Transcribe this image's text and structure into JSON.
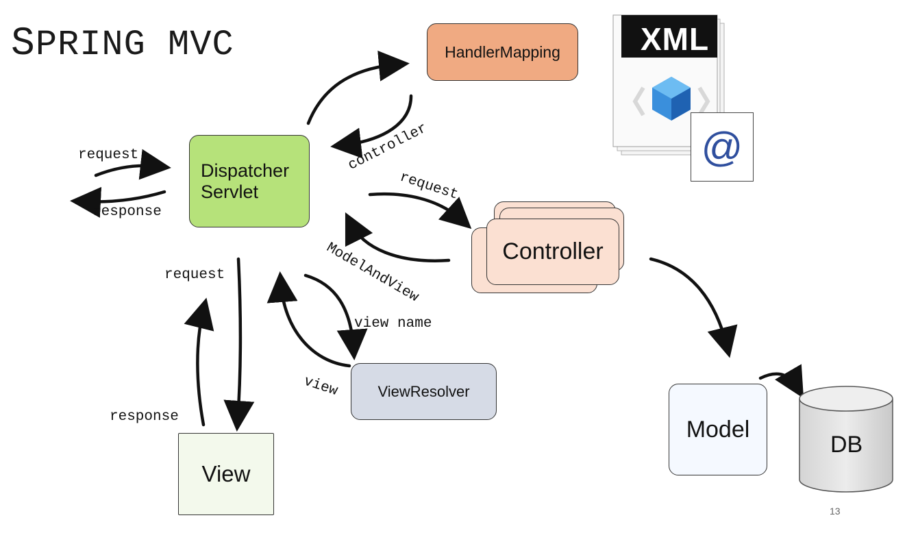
{
  "slide": {
    "title_parts": [
      "S",
      "PRING",
      " MVC"
    ],
    "page_number": "13"
  },
  "nodes": {
    "dispatcher": {
      "line1": "Dispatcher",
      "line2": "Servlet",
      "color": "#b6e27a"
    },
    "handler_mapping": {
      "label": "HandlerMapping",
      "color": "#f0aa82"
    },
    "controller": {
      "label": "Controller",
      "color": "#fbe0d2"
    },
    "view_resolver": {
      "label": "ViewResolver",
      "color": "#d6dbe6"
    },
    "view": {
      "label": "View",
      "color": "#f3f9ec"
    },
    "model": {
      "label": "Model",
      "color": "#f5f9ff"
    },
    "db": {
      "label": "DB",
      "color": "#dcdcdc"
    }
  },
  "flow_labels": {
    "client_request": "request",
    "client_response": "response",
    "controller": "controller",
    "controller_request": "request",
    "model_and_view": "ModelAndView",
    "view_request": "request",
    "view_response": "response",
    "view_name": "view name",
    "view": "view"
  },
  "config_icons": {
    "xml_label": "XML",
    "annotation_symbol": "@"
  }
}
